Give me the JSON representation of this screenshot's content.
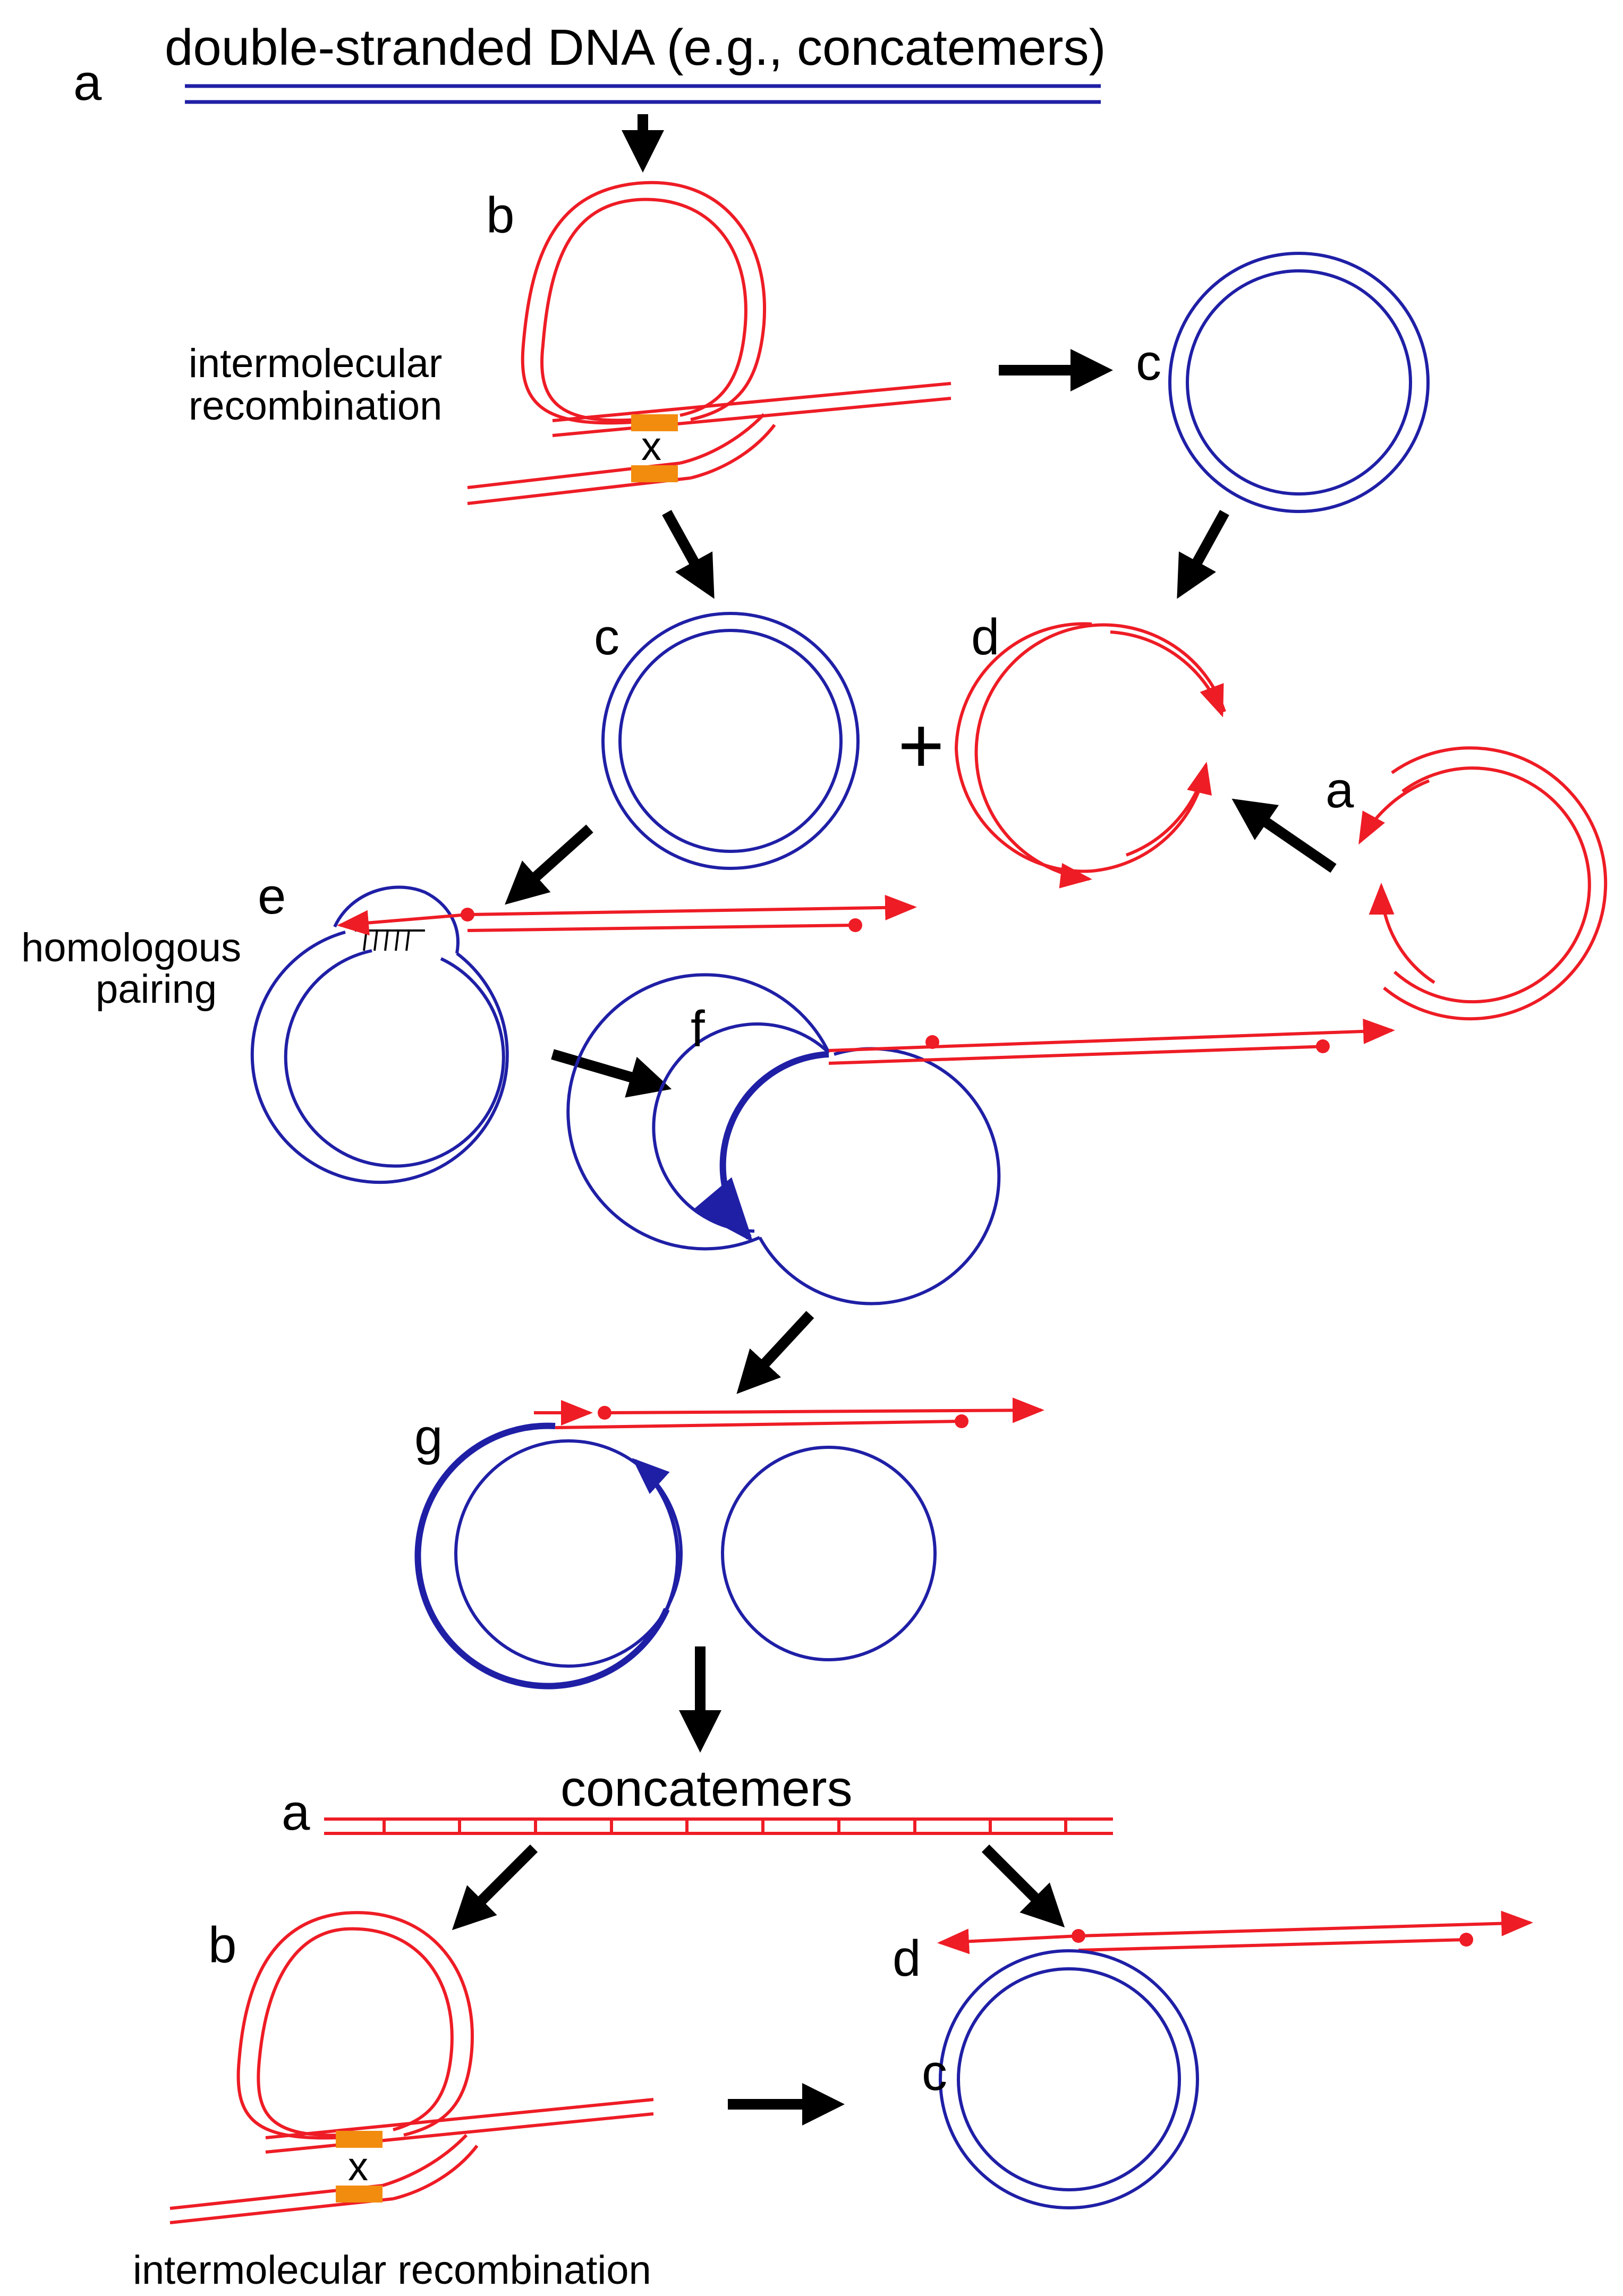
{
  "labels": {
    "top_title": "double-stranded DNA (e.g., concatemers)",
    "a_top": "a",
    "b_top": "b",
    "b_top_text_line1": "intermolecular",
    "b_top_text_line2": "recombination",
    "x_top": "x",
    "c_top_right": "c",
    "c_mid": "c",
    "d_mid": "d",
    "a_mid_right": "a",
    "e": "e",
    "e_text_line1": "homologous",
    "e_text_line2": "pairing",
    "f": "f",
    "g": "g",
    "concatemers": "concatemers",
    "a_bottom": "a",
    "b_bottom": "b",
    "x_bottom": "x",
    "d_bottom": "d",
    "c_bottom": "c",
    "bottom_caption": "intermolecular recombination"
  },
  "symbols": {
    "plus": "+"
  },
  "colors": {
    "blue": "#1f1fa6",
    "red": "#ee1c25",
    "orange": "#f28c0f",
    "black": "#000000"
  }
}
